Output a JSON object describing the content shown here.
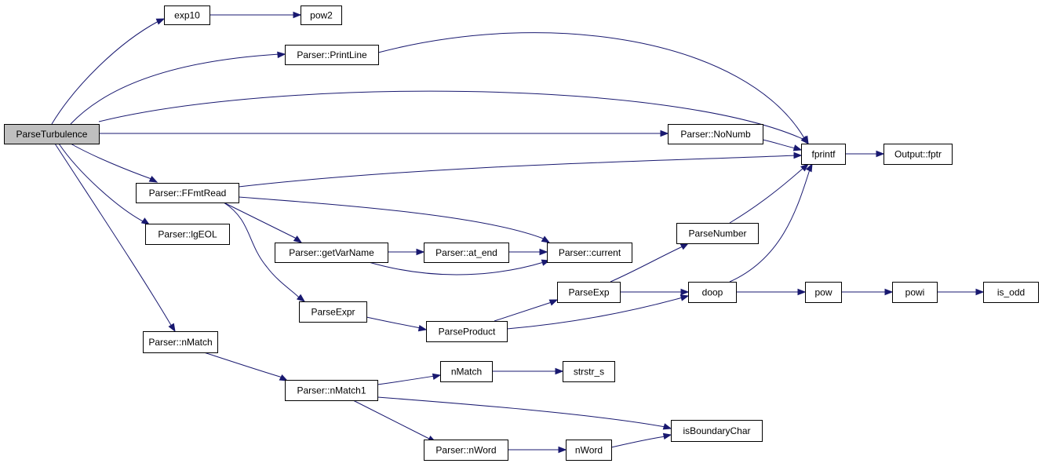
{
  "graph": {
    "nodes": [
      {
        "id": "ParseTurbulence",
        "label": "ParseTurbulence",
        "highlighted": true
      },
      {
        "id": "exp10",
        "label": "exp10"
      },
      {
        "id": "pow2",
        "label": "pow2"
      },
      {
        "id": "PrintLine",
        "label": "Parser::PrintLine"
      },
      {
        "id": "NoNumb",
        "label": "Parser::NoNumb"
      },
      {
        "id": "fprintf",
        "label": "fprintf"
      },
      {
        "id": "fptr",
        "label": "Output::fptr"
      },
      {
        "id": "FFmtRead",
        "label": "Parser::FFmtRead"
      },
      {
        "id": "lgEOL",
        "label": "Parser::lgEOL"
      },
      {
        "id": "getVarName",
        "label": "Parser::getVarName"
      },
      {
        "id": "at_end",
        "label": "Parser::at_end"
      },
      {
        "id": "current",
        "label": "Parser::current"
      },
      {
        "id": "ParseNumber",
        "label": "ParseNumber"
      },
      {
        "id": "ParseExpr",
        "label": "ParseExpr"
      },
      {
        "id": "ParseExp",
        "label": "ParseExp"
      },
      {
        "id": "ParseProduct",
        "label": "ParseProduct"
      },
      {
        "id": "doop",
        "label": "doop"
      },
      {
        "id": "pow",
        "label": "pow"
      },
      {
        "id": "powi",
        "label": "powi"
      },
      {
        "id": "is_odd",
        "label": "is_odd"
      },
      {
        "id": "nMatchP",
        "label": "Parser::nMatch"
      },
      {
        "id": "nMatch1",
        "label": "Parser::nMatch1"
      },
      {
        "id": "nMatch",
        "label": "nMatch"
      },
      {
        "id": "strstr_s",
        "label": "strstr_s"
      },
      {
        "id": "isBoundaryChar",
        "label": "isBoundaryChar"
      },
      {
        "id": "nWordP",
        "label": "Parser::nWord"
      },
      {
        "id": "nWord",
        "label": "nWord"
      }
    ],
    "edges": [
      {
        "from": "ParseTurbulence",
        "to": "exp10"
      },
      {
        "from": "exp10",
        "to": "pow2"
      },
      {
        "from": "ParseTurbulence",
        "to": "PrintLine"
      },
      {
        "from": "PrintLine",
        "to": "fprintf"
      },
      {
        "from": "ParseTurbulence",
        "to": "fprintf"
      },
      {
        "from": "ParseTurbulence",
        "to": "NoNumb"
      },
      {
        "from": "NoNumb",
        "to": "fprintf"
      },
      {
        "from": "fprintf",
        "to": "fptr"
      },
      {
        "from": "ParseTurbulence",
        "to": "FFmtRead"
      },
      {
        "from": "FFmtRead",
        "to": "fprintf"
      },
      {
        "from": "FFmtRead",
        "to": "current"
      },
      {
        "from": "FFmtRead",
        "to": "getVarName"
      },
      {
        "from": "FFmtRead",
        "to": "ParseExpr"
      },
      {
        "from": "ParseTurbulence",
        "to": "lgEOL"
      },
      {
        "from": "getVarName",
        "to": "at_end"
      },
      {
        "from": "at_end",
        "to": "current"
      },
      {
        "from": "getVarName",
        "to": "current"
      },
      {
        "from": "ParseNumber",
        "to": "fprintf"
      },
      {
        "from": "doop",
        "to": "fprintf"
      },
      {
        "from": "ParseExp",
        "to": "ParseNumber"
      },
      {
        "from": "ParseExp",
        "to": "doop"
      },
      {
        "from": "ParseExpr",
        "to": "ParseProduct"
      },
      {
        "from": "ParseProduct",
        "to": "ParseExp"
      },
      {
        "from": "ParseProduct",
        "to": "doop"
      },
      {
        "from": "doop",
        "to": "pow"
      },
      {
        "from": "pow",
        "to": "powi"
      },
      {
        "from": "powi",
        "to": "is_odd"
      },
      {
        "from": "ParseTurbulence",
        "to": "nMatchP"
      },
      {
        "from": "nMatchP",
        "to": "nMatch1"
      },
      {
        "from": "nMatch1",
        "to": "nMatch"
      },
      {
        "from": "nMatch",
        "to": "strstr_s"
      },
      {
        "from": "nMatch1",
        "to": "isBoundaryChar"
      },
      {
        "from": "nMatch1",
        "to": "nWordP"
      },
      {
        "from": "nWordP",
        "to": "nWord"
      },
      {
        "from": "nWord",
        "to": "isBoundaryChar"
      }
    ],
    "colors": {
      "edge": "#191970",
      "node_border": "#000000",
      "node_fill": "#ffffff",
      "root_fill": "#bfbfbf"
    }
  }
}
